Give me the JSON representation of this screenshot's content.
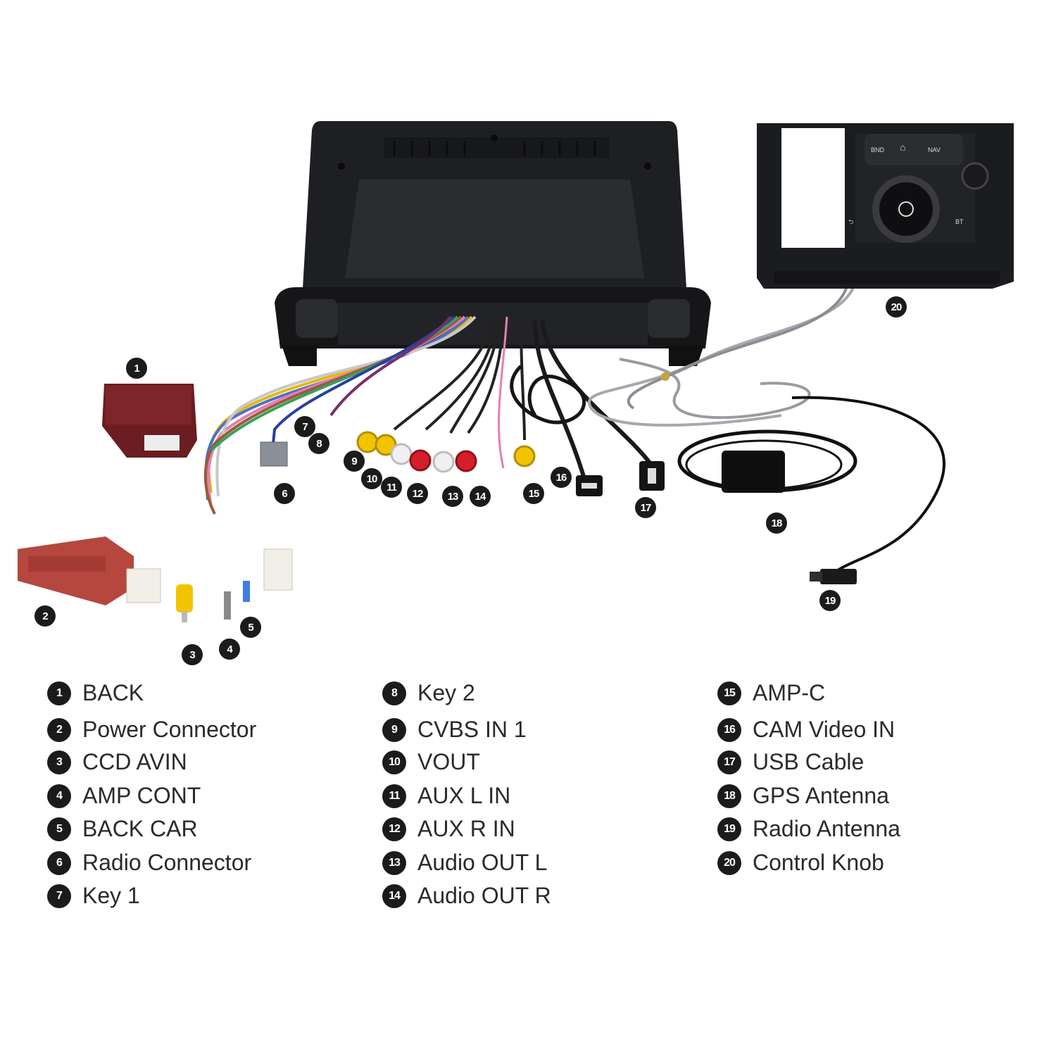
{
  "knob_panel": {
    "bnd": "BND",
    "nav": "NAV",
    "back": "⮌",
    "bt": "BT"
  },
  "legend": [
    {
      "num": "1",
      "label": "BACK"
    },
    {
      "num": "2",
      "label": "Power Connector"
    },
    {
      "num": "3",
      "label": "CCD AVIN"
    },
    {
      "num": "4",
      "label": "AMP CONT"
    },
    {
      "num": "5",
      "label": "BACK CAR"
    },
    {
      "num": "6",
      "label": "Radio Connector"
    },
    {
      "num": "7",
      "label": "Key 1"
    },
    {
      "num": "8",
      "label": "Key 2"
    },
    {
      "num": "9",
      "label": "CVBS IN 1"
    },
    {
      "num": "10",
      "label": "VOUT"
    },
    {
      "num": "11",
      "label": "AUX L IN"
    },
    {
      "num": "12",
      "label": "AUX R IN"
    },
    {
      "num": "13",
      "label": "Audio OUT L"
    },
    {
      "num": "14",
      "label": "Audio OUT R"
    },
    {
      "num": "15",
      "label": "AMP-C"
    },
    {
      "num": "16",
      "label": "CAM Video IN"
    },
    {
      "num": "17",
      "label": "USB Cable"
    },
    {
      "num": "18",
      "label": "GPS Antenna"
    },
    {
      "num": "19",
      "label": "Radio Antenna"
    },
    {
      "num": "20",
      "label": "Control Knob"
    }
  ],
  "colors": {
    "callout_bg": "#1b1b1b",
    "rca_yellow": "#f2c400",
    "rca_red": "#d41f2a",
    "rca_white": "#f0f0f0",
    "power_connector": "#b5473f",
    "back_box": "#6b1d22"
  }
}
